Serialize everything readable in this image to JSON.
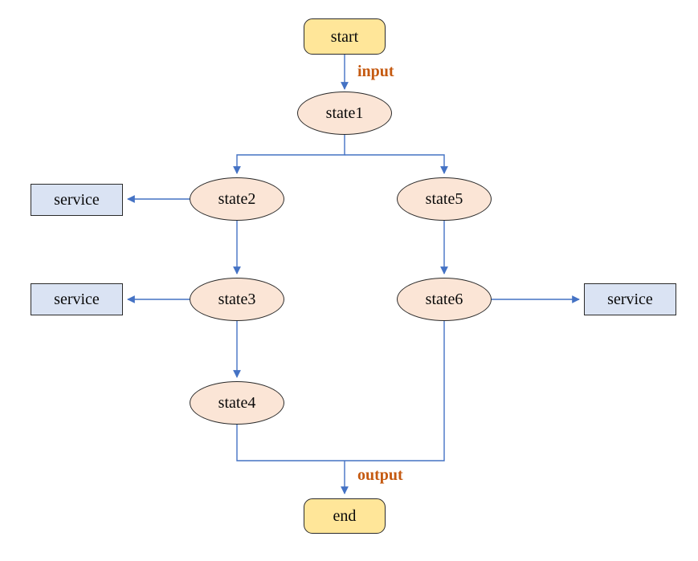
{
  "colors": {
    "background": "#FFFFFF",
    "terminal_fill": "#FFE699",
    "state_fill": "#FBE5D6",
    "service_fill": "#DAE3F3",
    "node_border": "#2B2B2B",
    "node_text": "#0A0A0A",
    "connector": "#4472C4",
    "edge_label": "#C55A11"
  },
  "nodes": {
    "start": {
      "label": "start",
      "shape": "rounded-rect"
    },
    "state1": {
      "label": "state1",
      "shape": "ellipse"
    },
    "state2": {
      "label": "state2",
      "shape": "ellipse"
    },
    "state3": {
      "label": "state3",
      "shape": "ellipse"
    },
    "state4": {
      "label": "state4",
      "shape": "ellipse"
    },
    "state5": {
      "label": "state5",
      "shape": "ellipse"
    },
    "state6": {
      "label": "state6",
      "shape": "ellipse"
    },
    "service_left_top": {
      "label": "service",
      "shape": "rect"
    },
    "service_left_bottom": {
      "label": "service",
      "shape": "rect"
    },
    "service_right": {
      "label": "service",
      "shape": "rect"
    },
    "end": {
      "label": "end",
      "shape": "rounded-rect"
    }
  },
  "edge_labels": {
    "input": {
      "text": "input"
    },
    "output": {
      "text": "output"
    }
  },
  "edges": [
    {
      "from": "start",
      "to": "state1",
      "label": "input"
    },
    {
      "from": "state1",
      "to": "state2"
    },
    {
      "from": "state1",
      "to": "state5"
    },
    {
      "from": "state2",
      "to": "service_left_top"
    },
    {
      "from": "state2",
      "to": "state3"
    },
    {
      "from": "state3",
      "to": "service_left_bottom"
    },
    {
      "from": "state3",
      "to": "state4"
    },
    {
      "from": "state5",
      "to": "state6"
    },
    {
      "from": "state6",
      "to": "service_right"
    },
    {
      "from": "state4",
      "to": "end",
      "label": "output"
    },
    {
      "from": "state6",
      "to": "end",
      "label": "output"
    }
  ]
}
